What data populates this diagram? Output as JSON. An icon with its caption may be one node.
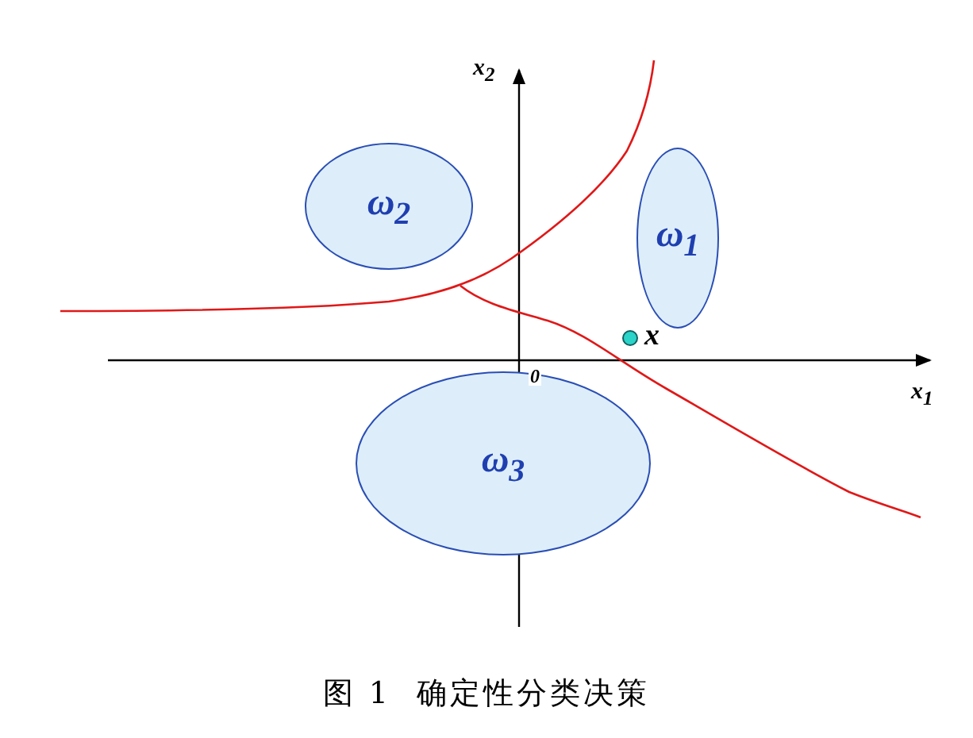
{
  "diagram": {
    "caption": "图 1  确定性分类决策",
    "nodes": [
      {
        "text": [
          "ω$_{2}$"
        ]
      },
      {
        "text": [
          "ω$_{1}$"
        ]
      },
      {
        "text": [
          "ω$_{3}$"
        ]
      },
      {
        "text": [],
        "shape": "circle",
        "beside": [
          "x"
        ]
      }
    ],
    "labels": [
      "x$_{2}$",
      "x$_{1}$",
      "0"
    ]
  }
}
